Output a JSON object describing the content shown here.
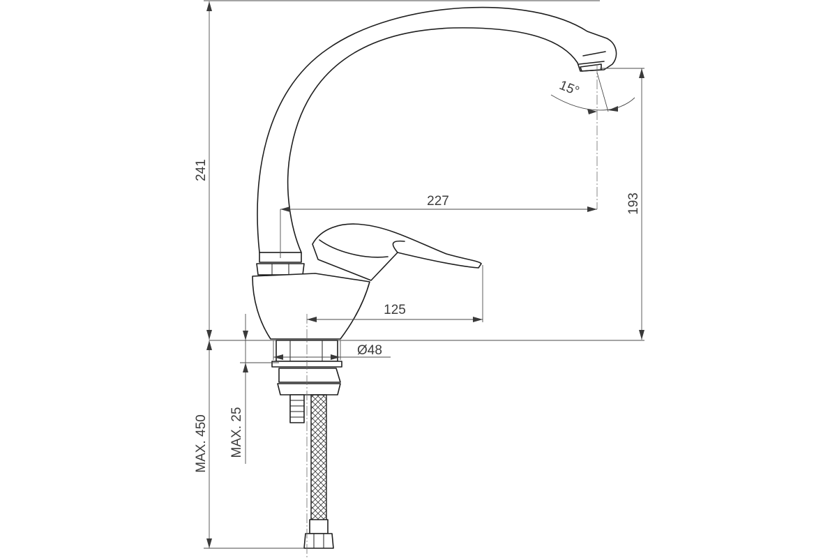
{
  "dimensions": {
    "total_height": "241",
    "spout_reach": "227",
    "spout_height": "193",
    "lever_length": "125",
    "base_diameter": "Ø48",
    "hose_length": "MAX. 450",
    "deck_thickness": "MAX. 25",
    "spout_angle": "15°"
  },
  "colors": {
    "line": "#1e1e1e",
    "dimension_line": "#4a4a4a",
    "text": "#3c3c3c",
    "background": "#ffffff"
  }
}
